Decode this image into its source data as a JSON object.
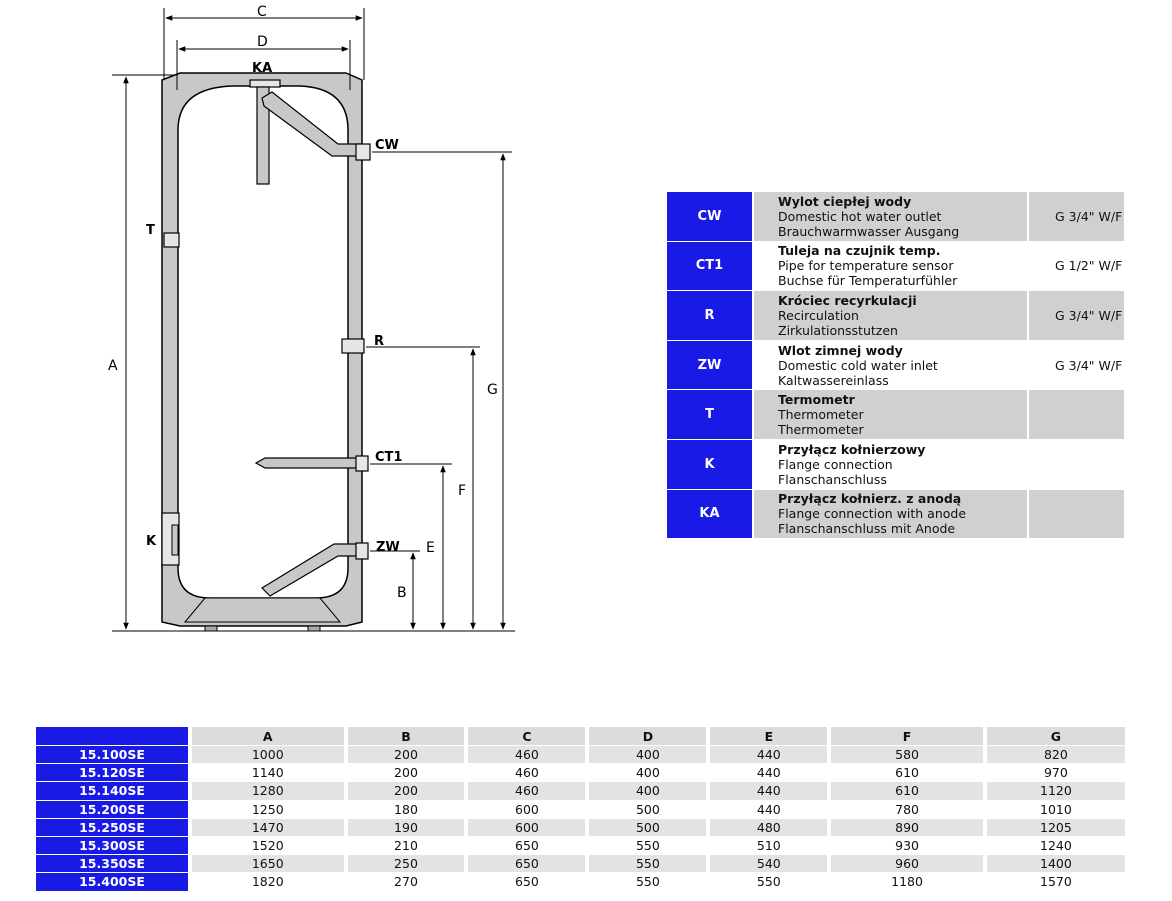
{
  "diagram": {
    "labels": {
      "C": "C",
      "D": "D",
      "KA": "KA",
      "CW": "CW",
      "T": "T",
      "A": "A",
      "R": "R",
      "G": "G",
      "CT1": "CT1",
      "F": "F",
      "K": "K",
      "ZW": "ZW",
      "E": "E",
      "B": "B"
    }
  },
  "connections": [
    {
      "code": "CW",
      "pl": "Wylot ciepłej wody",
      "en": "Domestic hot water outlet",
      "de": "Brauchwarmwasser Ausgang",
      "size": "G 3/4\" W/F"
    },
    {
      "code": "CT1",
      "pl": "Tuleja na czujnik temp.",
      "en": "Pipe for temperature sensor",
      "de": "Buchse für Temperaturfühler",
      "size": "G 1/2\" W/F"
    },
    {
      "code": "R",
      "pl": "Króciec recyrkulacji",
      "en": "Recirculation",
      "de": "Zirkulationsstutzen",
      "size": "G 3/4\" W/F"
    },
    {
      "code": "ZW",
      "pl": "Wlot zimnej wody",
      "en": "Domestic cold water inlet",
      "de": "Kaltwassereinlass",
      "size": "G 3/4\" W/F"
    },
    {
      "code": "T",
      "pl": "Termometr",
      "en": "Thermometer",
      "de": "Thermometer",
      "size": ""
    },
    {
      "code": "K",
      "pl": "Przyłącz kołnierzowy",
      "en": "Flange connection",
      "de": "Flanschanschluss",
      "size": ""
    },
    {
      "code": "KA",
      "pl": "Przyłącz kołnierz. z anodą",
      "en": "Flange connection with anode",
      "de": "Flanschanschluss mit Anode",
      "size": ""
    }
  ],
  "dimensions": {
    "headers": [
      "",
      "A",
      "B",
      "C",
      "D",
      "E",
      "F",
      "G"
    ],
    "rows": [
      [
        "15.100SE",
        "1000",
        "200",
        "460",
        "400",
        "440",
        "580",
        "820"
      ],
      [
        "15.120SE",
        "1140",
        "200",
        "460",
        "400",
        "440",
        "610",
        "970"
      ],
      [
        "15.140SE",
        "1280",
        "200",
        "460",
        "400",
        "440",
        "610",
        "1120"
      ],
      [
        "15.200SE",
        "1250",
        "180",
        "600",
        "500",
        "440",
        "780",
        "1010"
      ],
      [
        "15.250SE",
        "1470",
        "190",
        "600",
        "500",
        "480",
        "890",
        "1205"
      ],
      [
        "15.300SE",
        "1520",
        "210",
        "650",
        "550",
        "510",
        "930",
        "1240"
      ],
      [
        "15.350SE",
        "1650",
        "250",
        "650",
        "550",
        "540",
        "960",
        "1400"
      ],
      [
        "15.400SE",
        "1820",
        "270",
        "650",
        "550",
        "550",
        "1180",
        "1570"
      ]
    ]
  },
  "colors": {
    "blue": "#1a1ae6",
    "grey": "#d0d0d0",
    "tank": "#c8c8c8"
  }
}
